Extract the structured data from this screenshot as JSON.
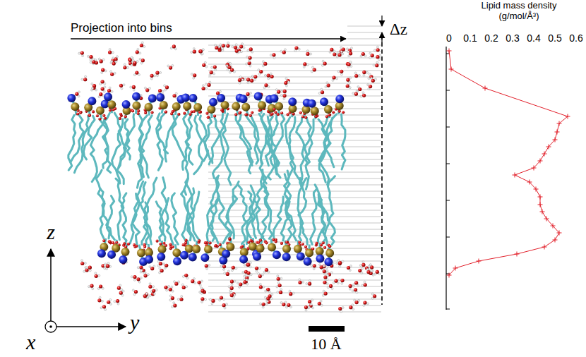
{
  "diagram": {
    "labels": [
      "Projection into bins",
      "Δz",
      "Lipid mass density",
      "(g/mol/Å³)",
      "0",
      "0.1",
      "0.2",
      "0.3",
      "0.4",
      "0.5",
      "0.6",
      "z",
      "y",
      "x",
      "10 Å"
    ]
  }
}
